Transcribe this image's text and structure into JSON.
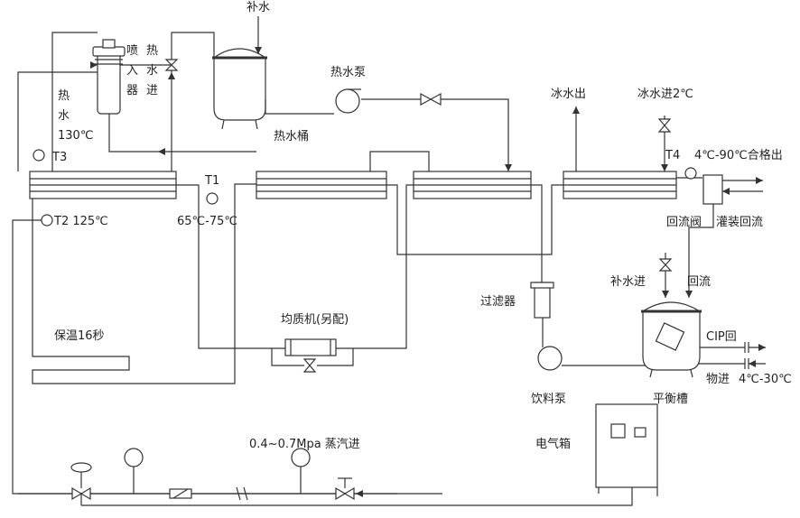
{
  "labels": {
    "make_up_water_top": "补水",
    "nozzle_injector": [
      "喷",
      "入",
      "器"
    ],
    "hot_water_inlet": [
      "热",
      "水",
      "进"
    ],
    "hot_water_130": [
      "热",
      "水",
      "130℃"
    ],
    "t3": "T3",
    "t1": "T1",
    "t2": "T2  125℃",
    "temp_65_75": "65℃-75℃",
    "hot_water_pump": "热水泵",
    "hot_water_tank": "热水桶",
    "ice_water_out": "冰水出",
    "ice_water_in": "冰水进2℃",
    "t4": "T4",
    "qualified_out": "4℃-90℃合格出",
    "return_valve": "回流阀",
    "filling_return": "灌装回流",
    "make_up_water_in": "补水进",
    "return_flow": "回流",
    "filter": "过滤器",
    "cip_return": "CIP回",
    "material_in": "物进",
    "temp_4_30": "4℃-30℃",
    "hold_16s": "保温16秒",
    "homogenizer": "均质机(另配)",
    "beverage_pump": "饮料泵",
    "balance_tank": "平衡槽",
    "steam_in": "0.4~0.7Mpa 蒸汽进",
    "electrical_box": "电气箱"
  }
}
